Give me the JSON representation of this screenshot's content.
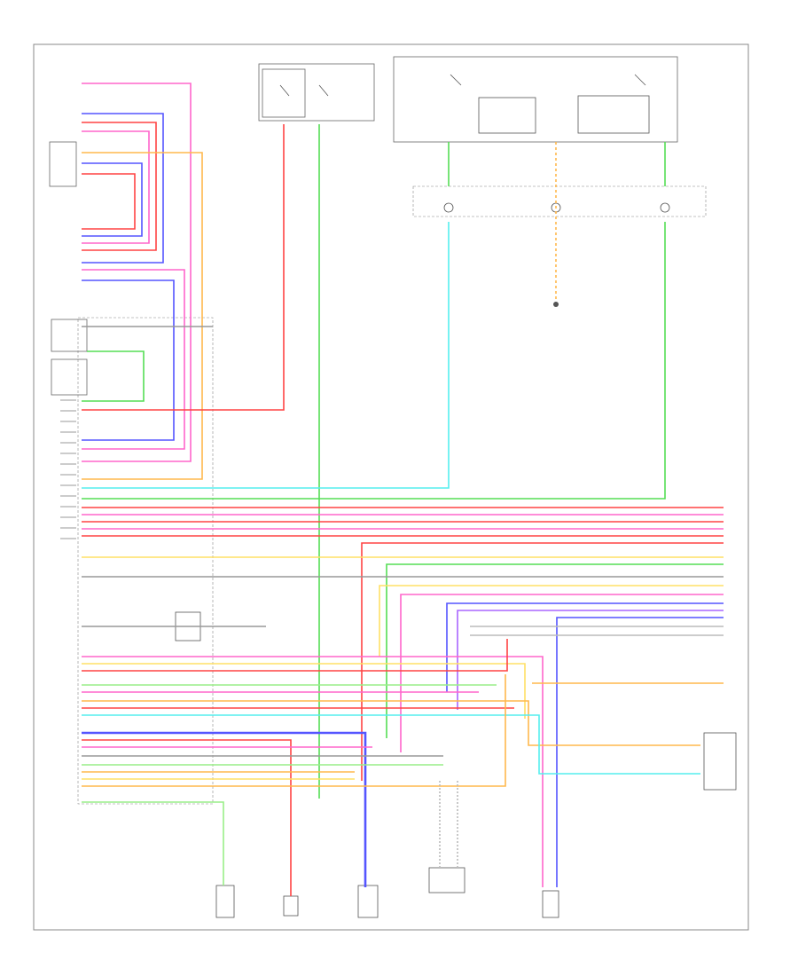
{
  "diagram": {
    "wire_colors": {
      "pink": "#ff66cc",
      "blue": "#5555ff",
      "red": "#ff4444",
      "orange": "#ffb84d",
      "yellow": "#ffe066",
      "green": "#55dd55",
      "lightgreen": "#99ee88",
      "cyan": "#55eeee",
      "violet": "#aa66ff",
      "gray": "#999999"
    },
    "components": [
      {
        "id": "ecm",
        "label": ""
      },
      {
        "id": "relay-box",
        "label": ""
      },
      {
        "id": "under-hood-fuse-box",
        "label": ""
      },
      {
        "id": "ground-point",
        "label": ""
      },
      {
        "id": "sensor-1",
        "label": ""
      },
      {
        "id": "sensor-2",
        "label": ""
      },
      {
        "id": "sensor-3",
        "label": ""
      },
      {
        "id": "sensor-4",
        "label": ""
      },
      {
        "id": "switch-1",
        "label": ""
      }
    ]
  }
}
